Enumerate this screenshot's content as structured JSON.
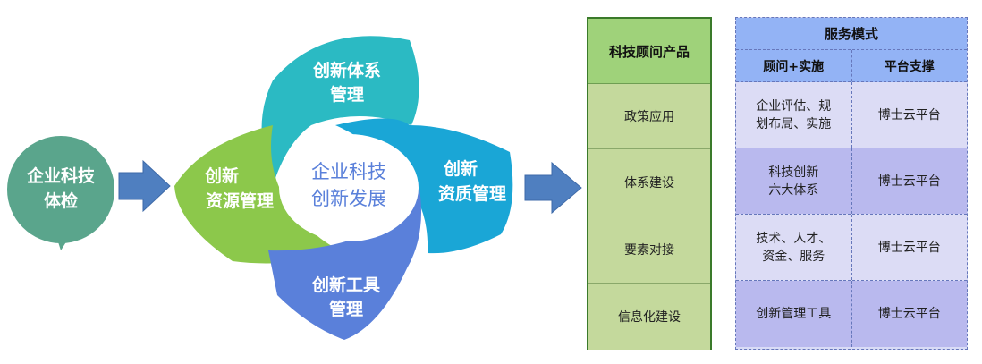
{
  "left_bubble": {
    "text_line1": "企业科技",
    "text_line2": "体检"
  },
  "petals": {
    "top": {
      "line1": "创新体系",
      "line2": "管理"
    },
    "left": {
      "line1": "创新",
      "line2": "资源管理"
    },
    "right": {
      "line1": "创新",
      "line2": "资质管理"
    },
    "bottom": {
      "line1": "创新工具",
      "line2": "管理"
    }
  },
  "center": {
    "line1": "企业科技",
    "line2": "创新发展"
  },
  "colors": {
    "bubble": "#5aa58c",
    "petal_top": "#2bbac3",
    "petal_left": "#8cc84b",
    "petal_right": "#1aa6d6",
    "petal_bottom": "#5a80da",
    "arrow": "#4f7fc0"
  },
  "products": {
    "header": "科技顾问产品",
    "items": [
      "政策应用",
      "体系建设",
      "要素对接",
      "信息化建设"
    ]
  },
  "service": {
    "title": "服务模式",
    "col1": "顾问+实施",
    "col2": "平台支撑",
    "rows": [
      {
        "advisory": "企业评估、规\n划布局、实施",
        "platform": "博士云平台"
      },
      {
        "advisory": "科技创新\n六大体系",
        "platform": "博士云平台"
      },
      {
        "advisory": "技术、人才、\n资金、服务",
        "platform": "博士云平台"
      },
      {
        "advisory": "创新管理工具",
        "platform": "博士云平台"
      }
    ]
  }
}
